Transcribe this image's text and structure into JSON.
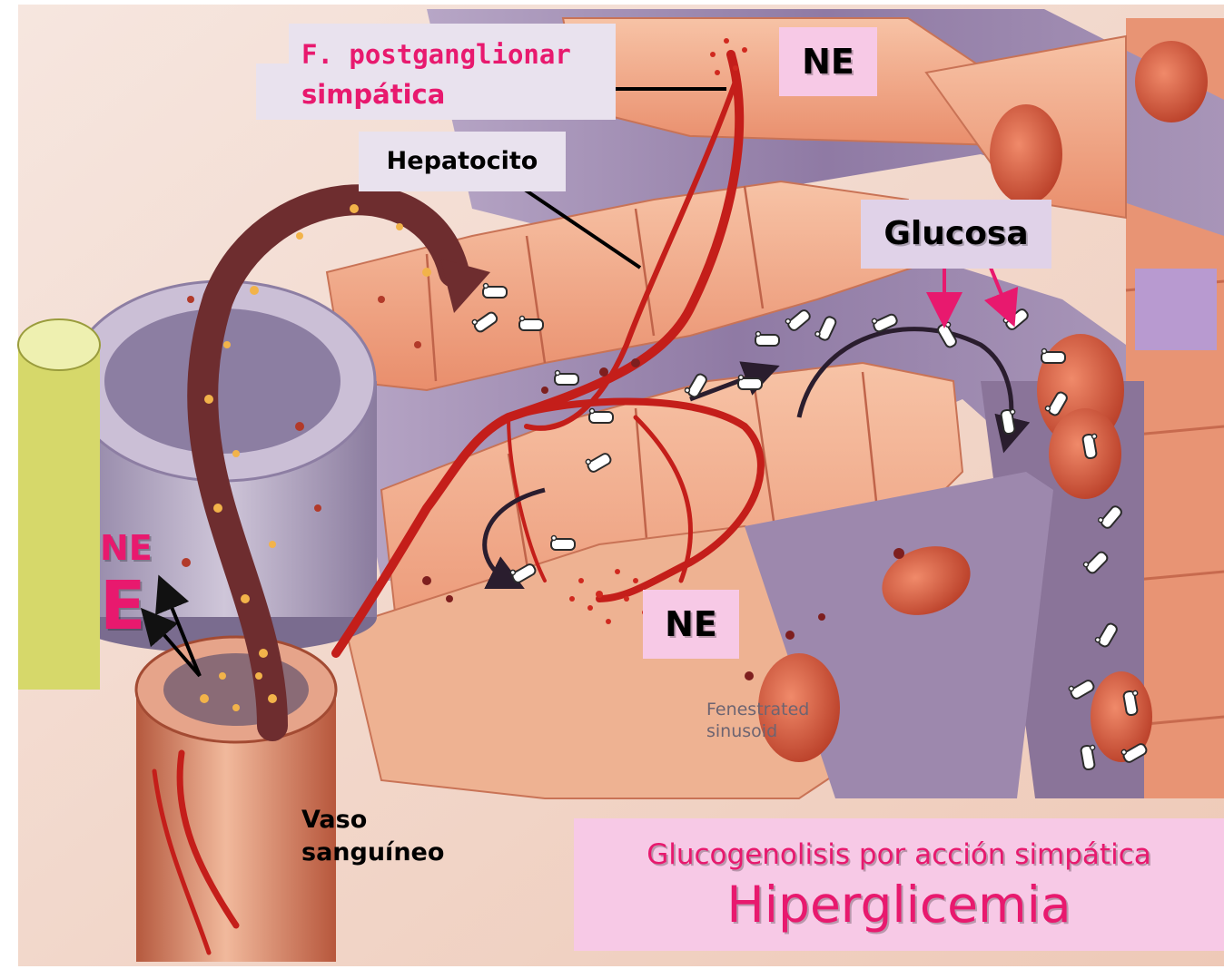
{
  "labels": {
    "postganglionic_fiber_line1": "F. postganglionar",
    "postganglionic_fiber_line2": "simpática",
    "ne_top": "NE",
    "hepatocyte": "Hepatocito",
    "glucose": "Glucosa",
    "ne_side": "NE",
    "e_side": "E",
    "ne_center": "NE",
    "fenestrated_line1": "Fenestrated",
    "fenestrated_line2": "sinusoid",
    "vessel_line1": "Vaso",
    "vessel_line2": "sanguíneo"
  },
  "caption": {
    "line1": "Glucogenolisis por acción simpática",
    "line2": "Hiperglicemia"
  },
  "colors": {
    "accent_pink": "#e8196e",
    "box_pink": "#f7c9e6",
    "hepatocyte_orange": "#f2a27c",
    "sinusoid_purple": "#9c86ae",
    "nerve_red": "#c01818",
    "side_swatch": "#b89ad0"
  },
  "icons": [
    "glucose-molecule-icon",
    "red-blood-cell-icon",
    "arrow-icon"
  ]
}
